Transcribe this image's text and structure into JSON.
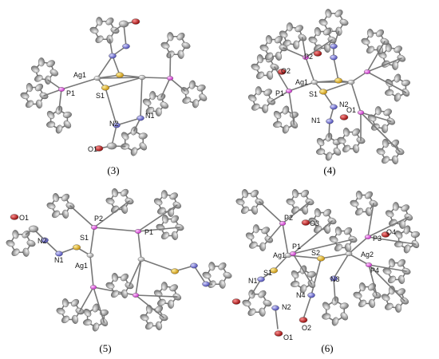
{
  "panels": [
    {
      "id": "p3",
      "caption": "(3)",
      "labels": [
        "Ag1",
        "P1",
        "S1",
        "N2",
        "N1",
        "O1"
      ]
    },
    {
      "id": "p4",
      "caption": "(4)",
      "labels": [
        "P2",
        "O2",
        "Ag1",
        "P1",
        "S1",
        "N2",
        "O1",
        "N1"
      ]
    },
    {
      "id": "p5",
      "caption": "(5)",
      "labels": [
        "O1",
        "N2",
        "S1",
        "N1",
        "P2",
        "P1",
        "Ag1"
      ]
    },
    {
      "id": "p6",
      "caption": "(6)",
      "labels": [
        "P2",
        "O3",
        "P3",
        "O4",
        "P1",
        "Ag1",
        "S2",
        "Ag2",
        "P4",
        "S1",
        "N1",
        "N3",
        "N4",
        "N2",
        "O2",
        "O1"
      ]
    }
  ],
  "colors": {
    "carbon": "#9a9a9a",
    "phosphorus": "#e040e0",
    "sulfur": "#e0b000",
    "nitrogen": "#6a6ad8",
    "oxygen": "#c01010",
    "silver": "#b8b8b8",
    "bond": "#777777"
  }
}
